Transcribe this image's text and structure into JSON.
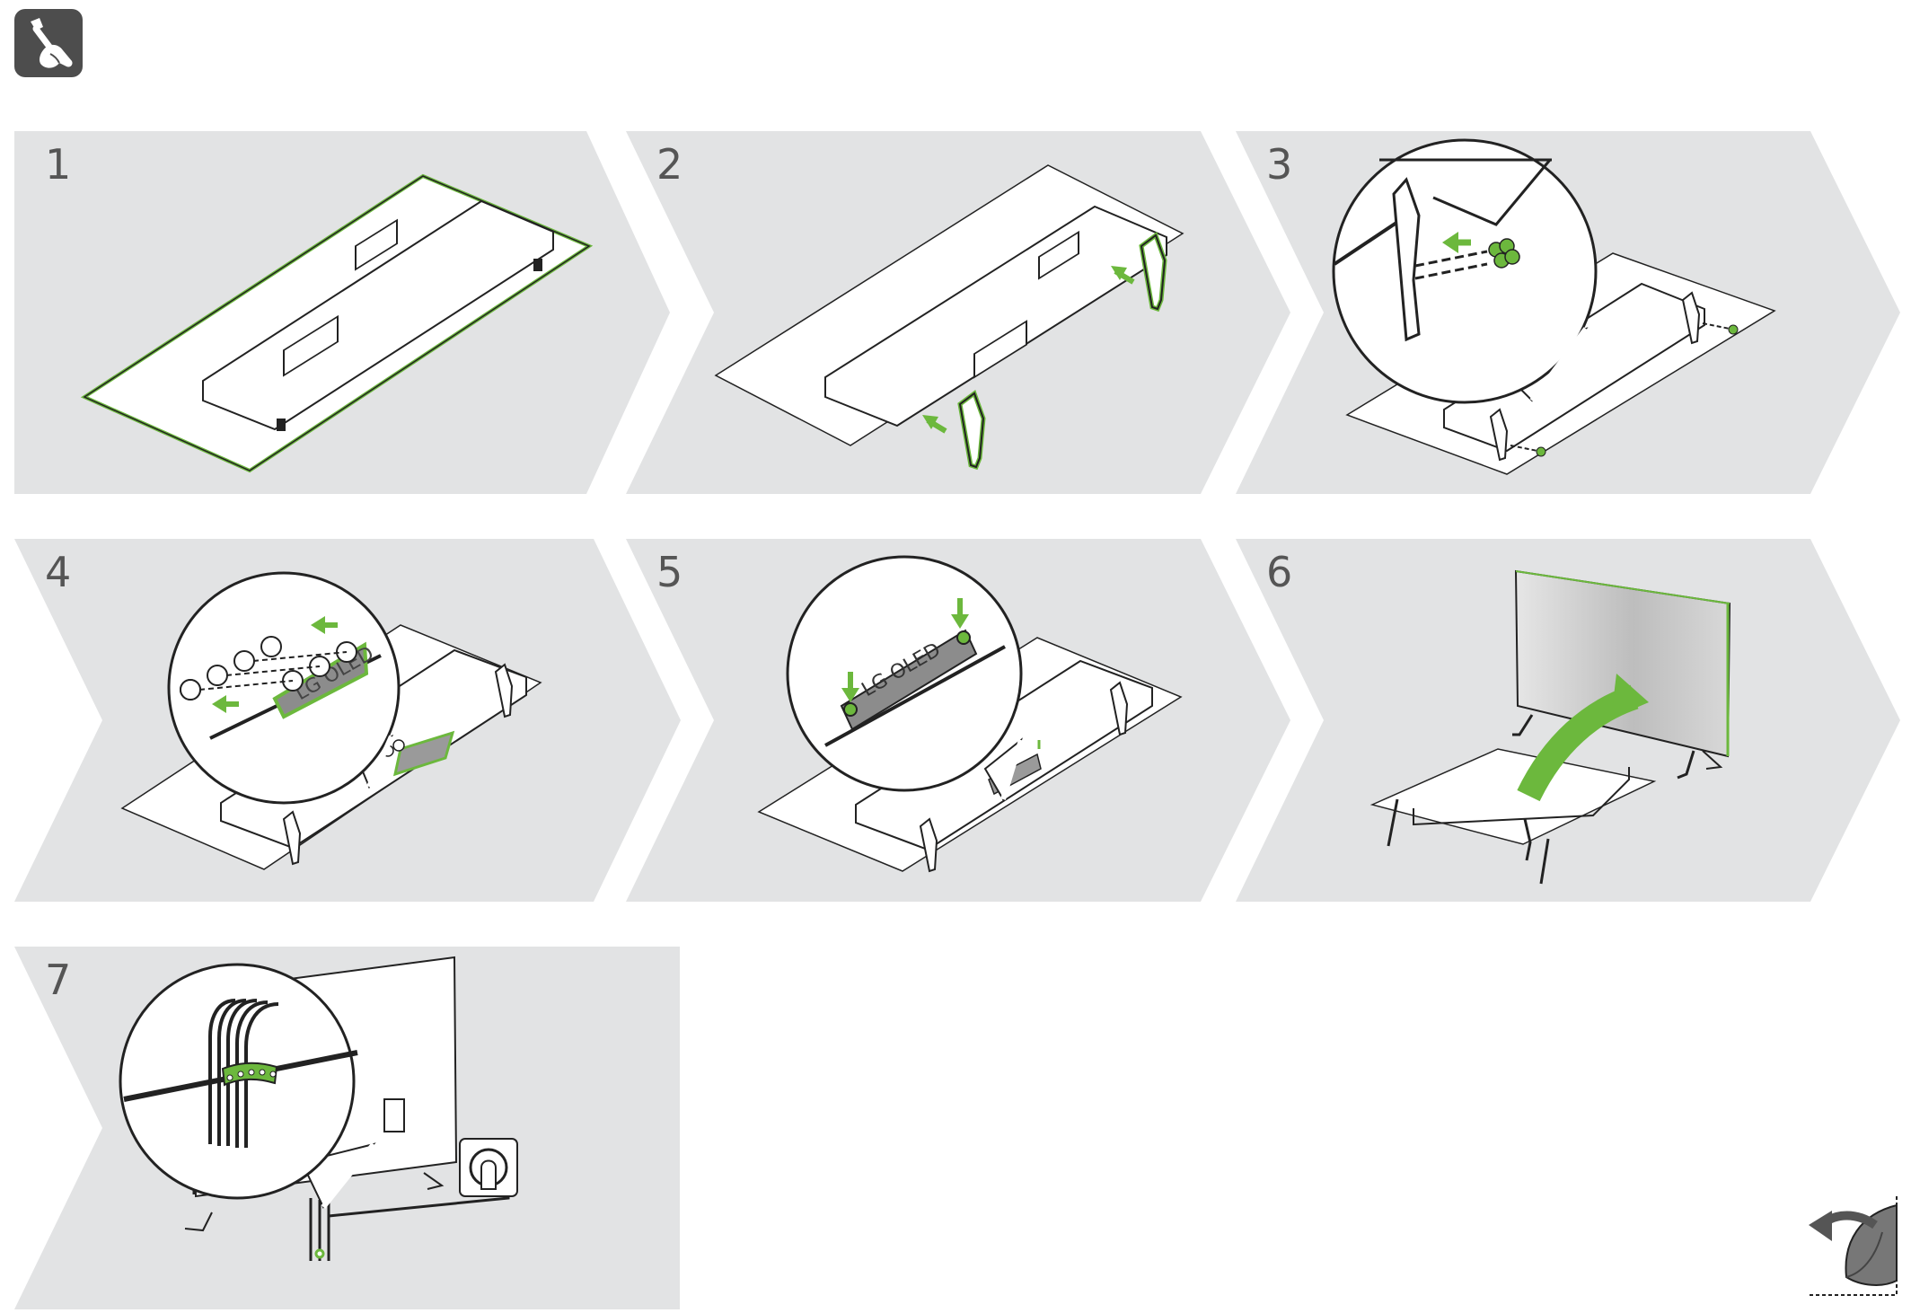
{
  "colors": {
    "panel_bg": "#e2e3e4",
    "accent_green": "#6cb83d",
    "line": "#222222",
    "badge_bg": "#4d4d4d"
  },
  "tool_icon": "screwdriver-hand-icon",
  "steps": [
    {
      "number": "1"
    },
    {
      "number": "2"
    },
    {
      "number": "3"
    },
    {
      "number": "4",
      "brand_text": "LG OLED"
    },
    {
      "number": "5",
      "brand_text": "LG OLED"
    },
    {
      "number": "6"
    },
    {
      "number": "7"
    }
  ],
  "page_turn_icon": "page-turn-icon"
}
